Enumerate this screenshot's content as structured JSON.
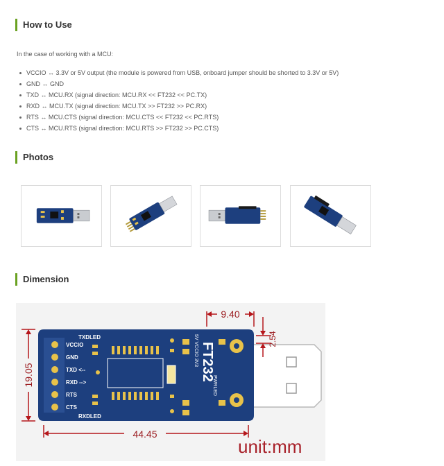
{
  "sections": {
    "how_to_use": "How to Use",
    "photos": "Photos",
    "dimension": "Dimension"
  },
  "intro": "In the case of working with a MCU:",
  "pins": [
    "VCCIO ↔ 3.3V or 5V output (the module is powered from USB, onboard jumper should be shorted to 3.3V or 5V)",
    "GND ↔ GND",
    "TXD ↔ MCU.RX (signal direction: MCU.RX << FT232 << PC.TX)",
    "RXD ↔ MCU.TX (signal direction: MCU.TX >> FT232 >> PC.RX)",
    "RTS ↔ MCU.CTS (signal direction: MCU.CTS << FT232 << PC.RTS)",
    "CTS ↔ MCU.RTS (signal direction: MCU.RTS >> FT232 >> PC.CTS)"
  ],
  "photos": [
    {
      "name": "photo-top-view"
    },
    {
      "name": "photo-angled-view"
    },
    {
      "name": "photo-back-view"
    },
    {
      "name": "photo-side-view"
    }
  ],
  "dimension": {
    "width_label": "44.45",
    "height_label": "19.05",
    "usb_label": "9.40",
    "offset_label": "2.54",
    "unit_label": "unit:mm",
    "board_labels": {
      "txdled": "TXDLED",
      "rxdled": "RXDLED",
      "vccio": "VCCIO",
      "gnd": "GND",
      "txd": "TXD <--",
      "rxd": "RXD -->",
      "rts": "RTS",
      "cts": "CTS",
      "chip": "FT232",
      "jumper": "5V VCCIO 3V3",
      "pwrled": "PWRLED"
    }
  },
  "colors": {
    "accent": "#6aa121",
    "board": "#1d3f7e",
    "dimension_line": "#b5161b"
  }
}
